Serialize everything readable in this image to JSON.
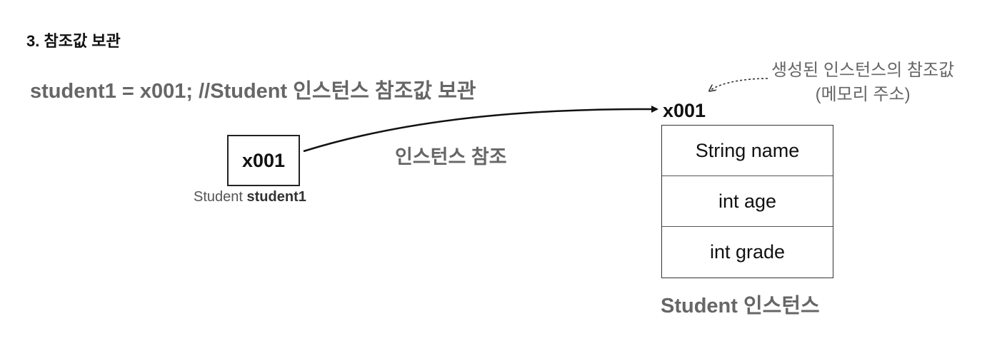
{
  "title": "3. 참조값 보관",
  "code_line": "student1 = x001; //Student 인스턴스 참조값 보관",
  "variable": {
    "value": "x001",
    "type": "Student",
    "name": "student1"
  },
  "reference_label": "인스턴스 참조",
  "instance": {
    "address": "x001",
    "note_line1": "생성된 인스턴스의 참조값",
    "note_line2": "(메모리 주소)",
    "fields": [
      "String name",
      "int age",
      "int grade"
    ],
    "label": "Student 인스턴스"
  }
}
